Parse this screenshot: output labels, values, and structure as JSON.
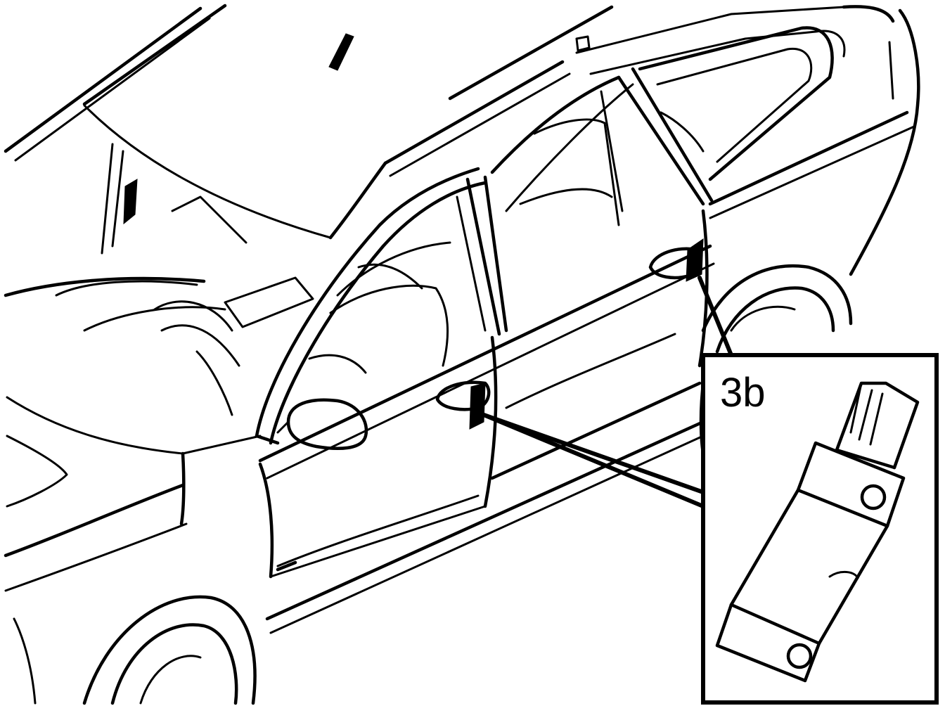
{
  "figure": {
    "callout_label": "3b",
    "subject": "car-side-view",
    "detail": "door-sensor-part"
  },
  "colors": {
    "ink": "#000000",
    "paper": "#ffffff"
  }
}
